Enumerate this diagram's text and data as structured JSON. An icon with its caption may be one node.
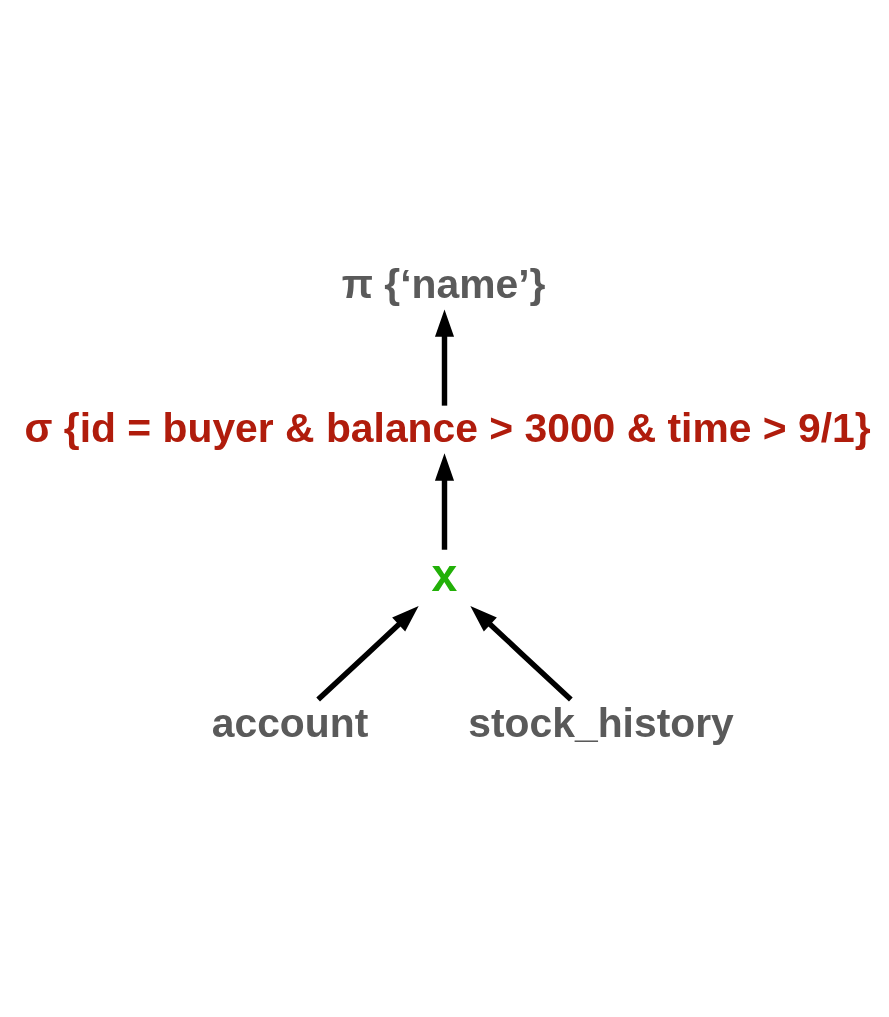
{
  "diagram": {
    "nodes": [
      {
        "text": [
          "π {‘name’}"
        ]
      },
      {
        "text": [
          "σ {id = buyer & balance > 3000 & time > 9/1}"
        ]
      },
      {
        "text": [
          "x"
        ]
      },
      {
        "text": [
          "account"
        ]
      },
      {
        "text": [
          "stock_history"
        ]
      }
    ],
    "edges": [
      {
        "from": 1,
        "to": 0,
        "arrow": "to"
      },
      {
        "from": 2,
        "to": 1,
        "arrow": "to"
      },
      {
        "from": 3,
        "to": 2,
        "arrow": "to"
      },
      {
        "from": 4,
        "to": 2,
        "arrow": "to"
      }
    ]
  }
}
